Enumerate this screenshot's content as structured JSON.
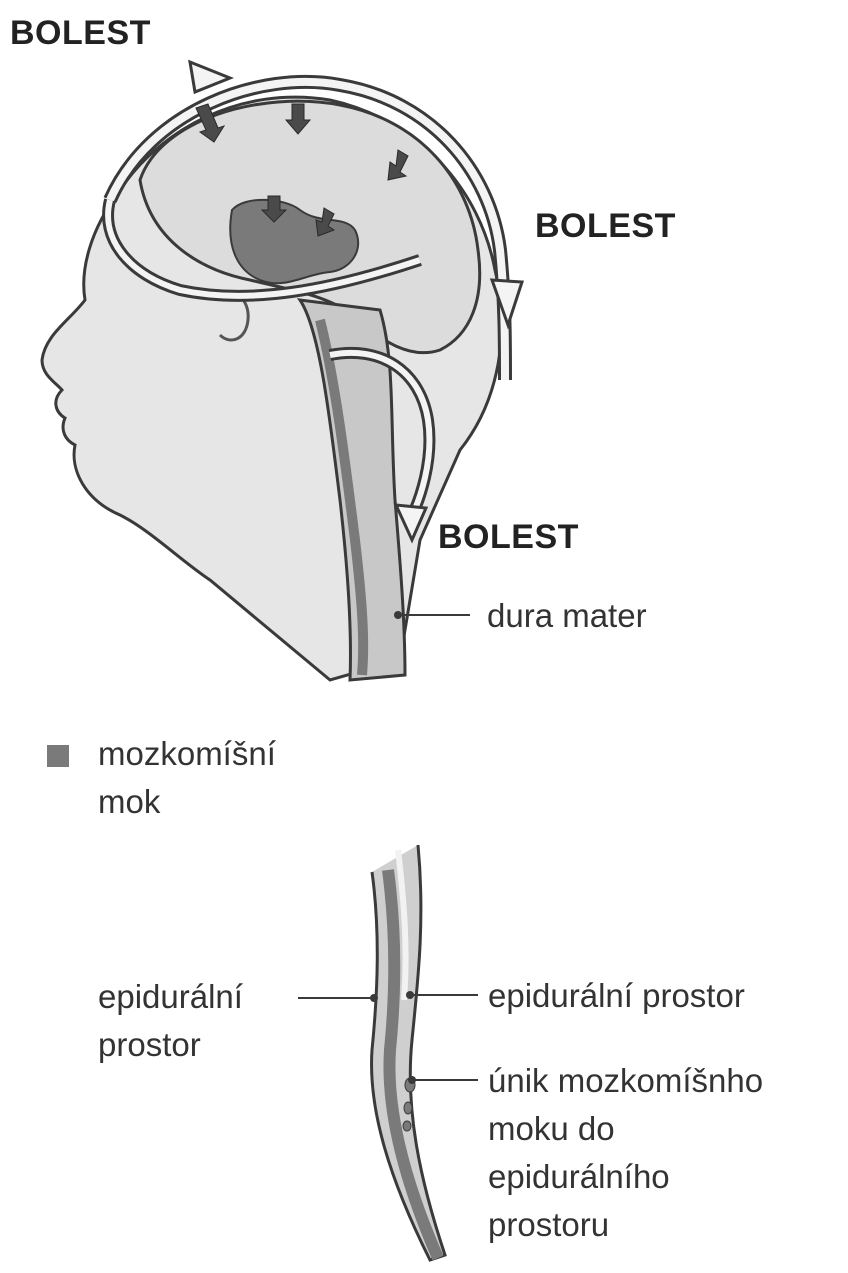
{
  "labels": {
    "pain_top": "BOLEST",
    "pain_right": "BOLEST",
    "pain_neck": "BOLEST",
    "dura_mater": "dura mater",
    "legend_csf_line1": "mozkomíšní",
    "legend_csf_line2": "mok",
    "epidural_left_line1": "epidurální",
    "epidural_left_line2": "prostor",
    "epidural_right": "epidurální prostor",
    "leak_line1": "únik mozkomíšnho",
    "leak_line2": "moku do",
    "leak_line3": "epidurálního",
    "leak_line4": "prostoru"
  },
  "colors": {
    "csf": "#7a7a7a",
    "outline": "#3a3a3a",
    "skin": "#e9e9e9",
    "brain": "#d4d4d4",
    "membrane": "#f4f4f4"
  }
}
